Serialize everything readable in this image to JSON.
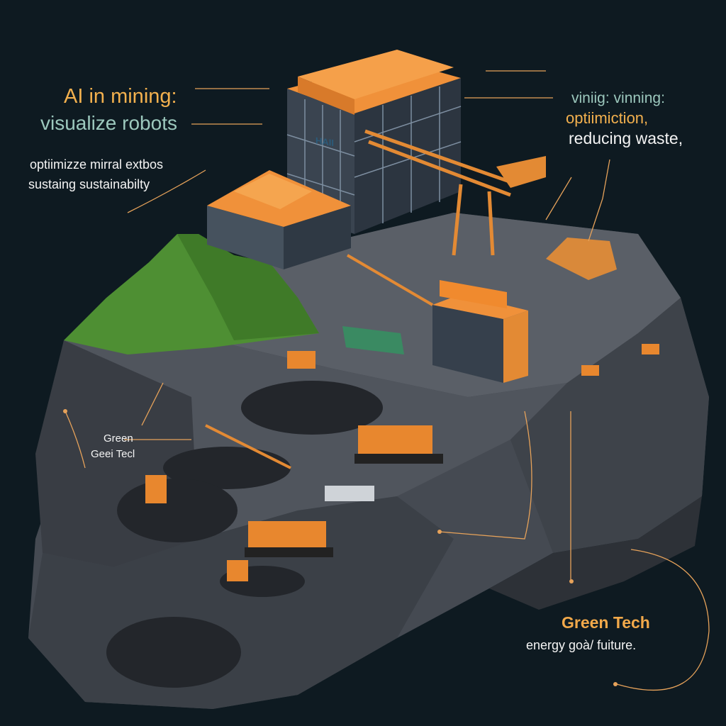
{
  "top_left": {
    "title": "AI in mining:",
    "subtitle": "visualize robots",
    "line1": "optiimizze mirral extbos",
    "line2": "sustaing sustainabilty"
  },
  "top_right": {
    "line1": "viniig: vinning:",
    "line2": "optiimiction,",
    "line3": "reducing waste,"
  },
  "mid_left": {
    "line1": "Green",
    "line2": "Geei Tecl"
  },
  "bottom_right": {
    "title": "Green Tech",
    "subtitle": "energy goà/ fuiture."
  },
  "building_sign": "HAII",
  "colors": {
    "background": "#0e1a21",
    "accent_orange": "#f2a94a",
    "teal_text": "#9cc8bd",
    "rock": "#4b5058",
    "grass": "#4e8f33"
  }
}
